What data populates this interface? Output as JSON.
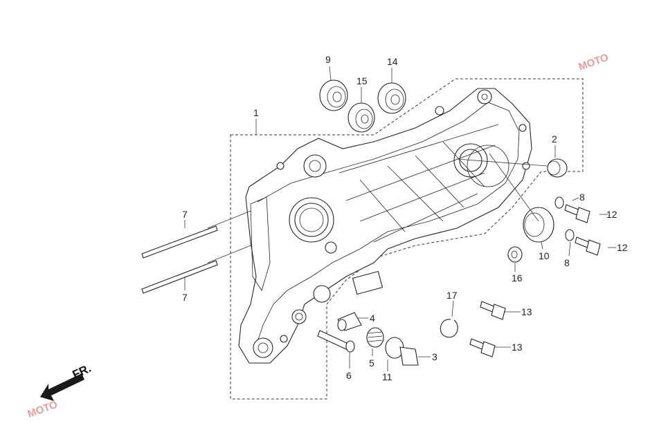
{
  "diagram": {
    "labels": {
      "p1": "1",
      "p2": "2",
      "p3": "3",
      "p4": "4",
      "p5": "5",
      "p6": "6",
      "p7a": "7",
      "p7b": "7",
      "p8a": "8",
      "p8b": "8",
      "p9": "9",
      "p10": "10",
      "p11": "11",
      "p12a": "12",
      "p12b": "12",
      "p13a": "13",
      "p13b": "13",
      "p14": "14",
      "p15": "15",
      "p16": "16",
      "p17": "17"
    },
    "front_marker": "FR.",
    "watermark": "MOTO",
    "colors": {
      "line": "#222222",
      "watermark": "#e07b7b",
      "arrow": "#1a1a1a"
    }
  }
}
